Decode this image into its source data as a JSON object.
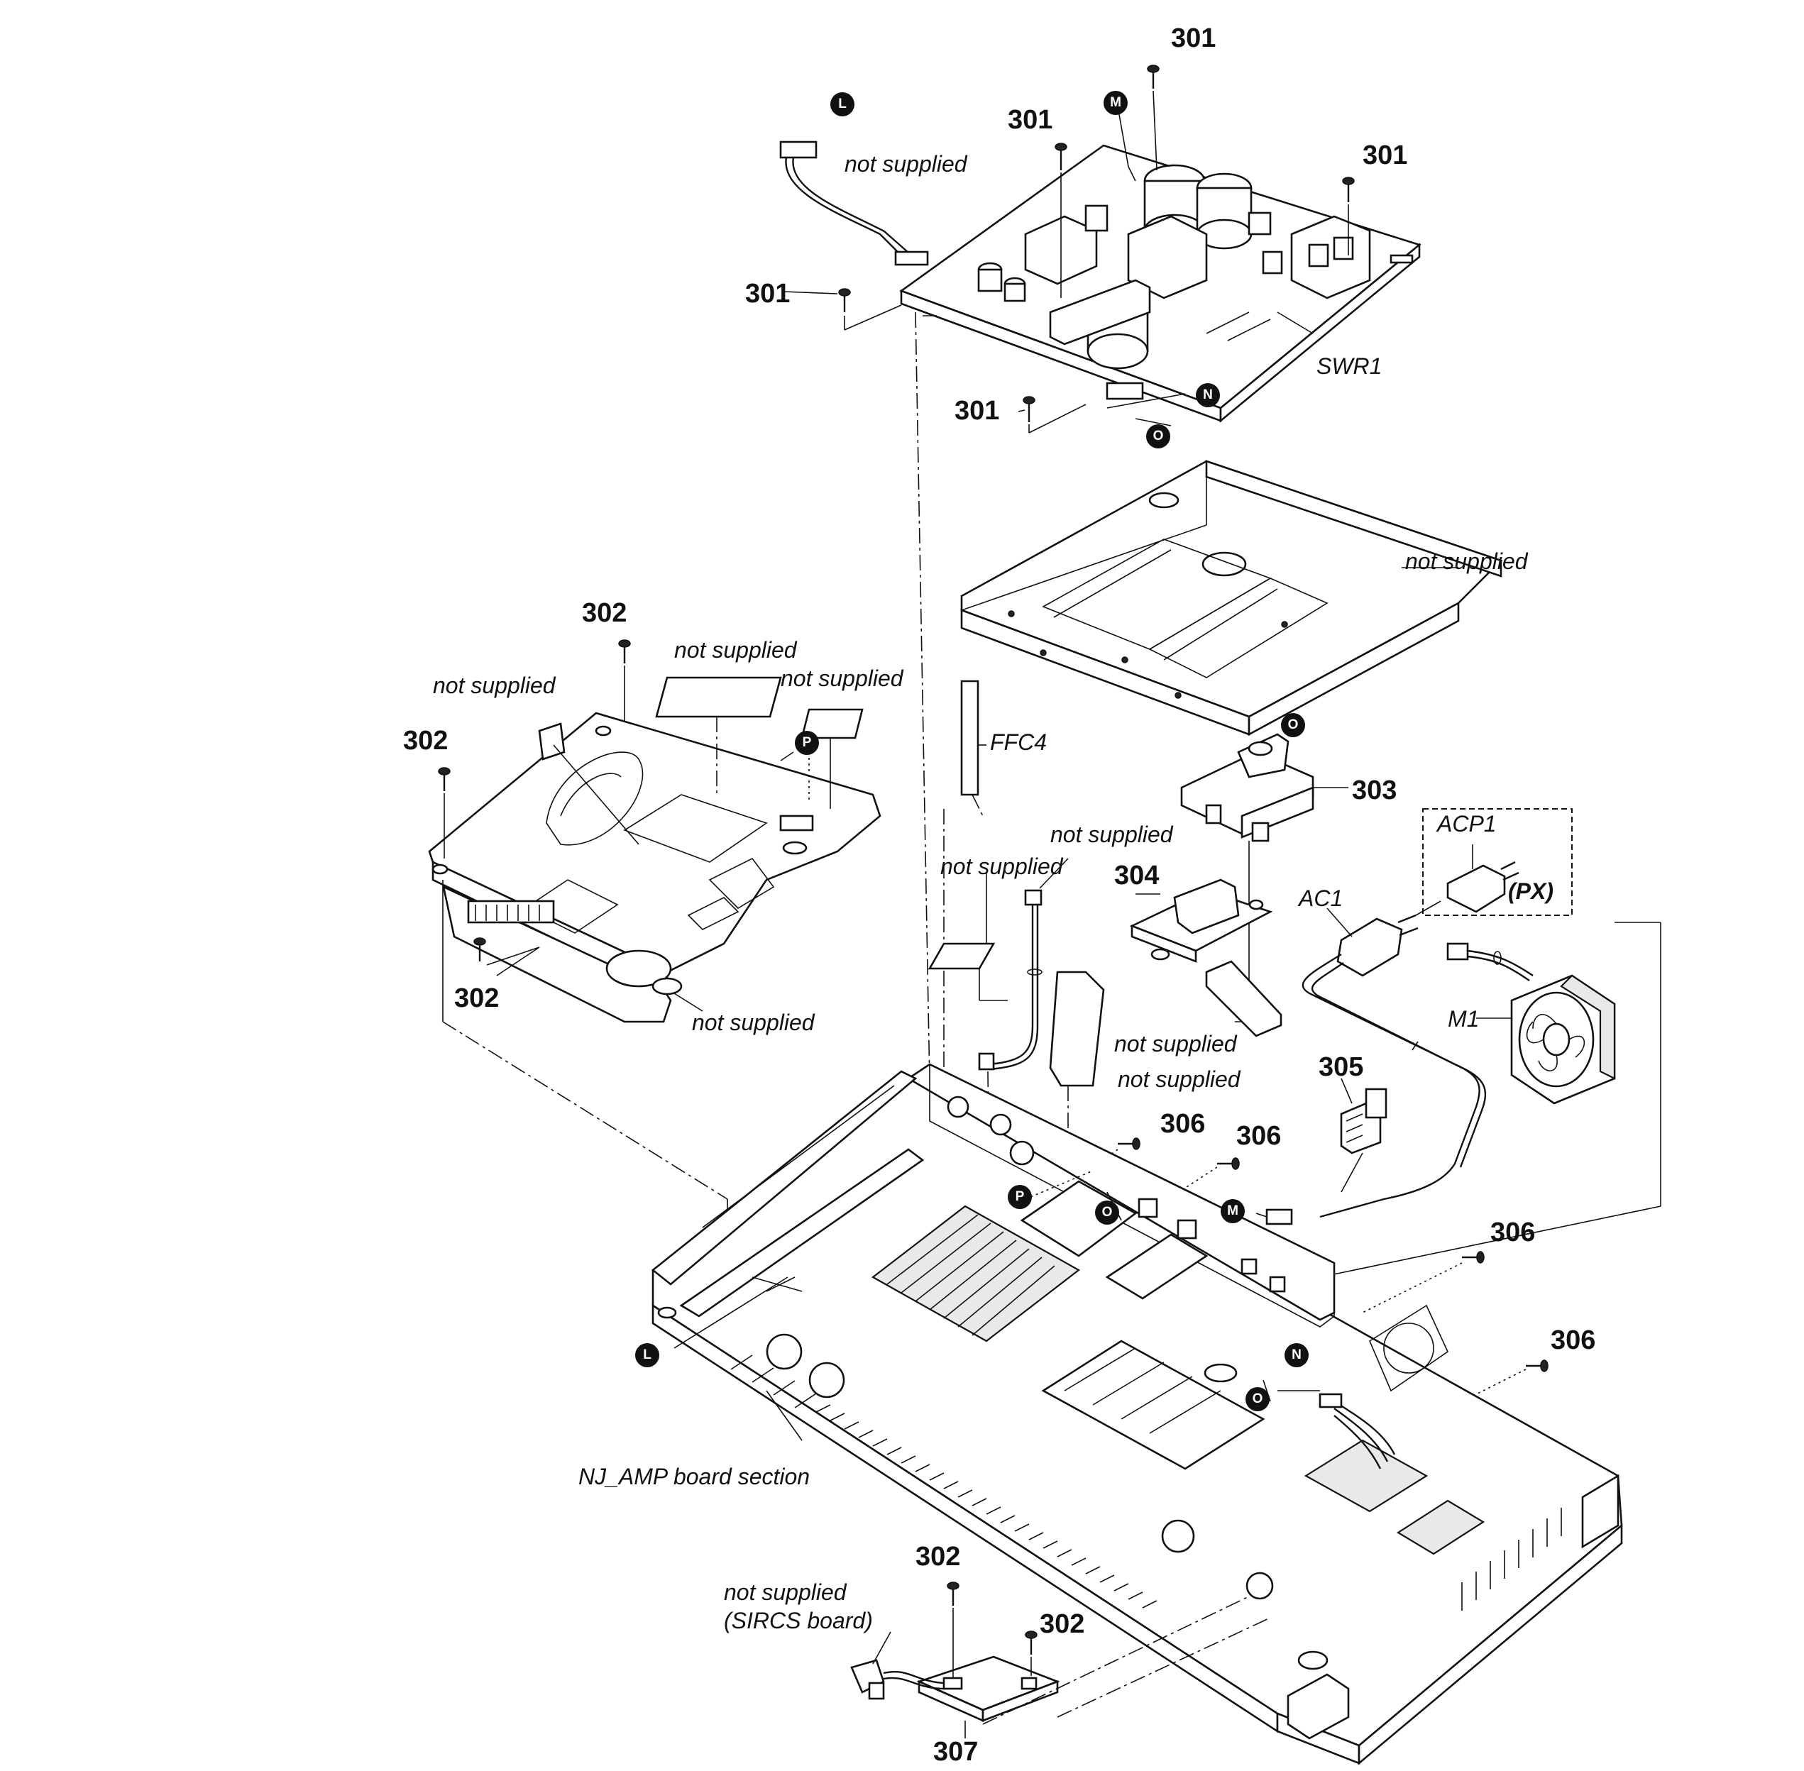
{
  "part_numbers": {
    "p301_top": "301",
    "p301_left_upper": "301",
    "p301_right": "301",
    "p301_left": "301",
    "p301_bottom": "301",
    "p302_top": "302",
    "p302_left": "302",
    "p302_lower": "302",
    "p302_sircs_a": "302",
    "p302_sircs_b": "302",
    "p303": "303",
    "p304": "304",
    "p305": "305",
    "p306_a": "306",
    "p306_b": "306",
    "p306_c": "306",
    "p306_d": "306",
    "p307": "307"
  },
  "labels": {
    "not_supplied_cable_top": "not supplied",
    "swr1": "SWR1",
    "not_supplied_chassis_cover": "not supplied",
    "not_supplied_sheet_left": "not supplied",
    "not_supplied_sheet_mid": "not supplied",
    "not_supplied_sheet_right": "not supplied",
    "not_supplied_bracket_bottom": "not supplied",
    "ffc4": "FFC4",
    "not_supplied_wire_a": "not supplied",
    "not_supplied_wire_b": "not supplied",
    "acp1": "ACP1",
    "px": "(PX)",
    "ac1": "AC1",
    "m1": "M1",
    "not_supplied_bracket_304": "not supplied",
    "not_supplied_ffc": "not supplied",
    "nj_amp": "NJ_AMP board section",
    "sircs_line1": "not supplied",
    "sircs_line2": "(SIRCS board)"
  },
  "markers": {
    "L_top": "L",
    "L_bottom": "L",
    "M_top": "M",
    "M_bottom": "M",
    "N_top": "N",
    "N_bottom": "N",
    "O_top": "O",
    "O_mid": "O",
    "O_chassis": "O",
    "O_bottom": "O",
    "P_top": "P",
    "P_bottom": "P"
  }
}
